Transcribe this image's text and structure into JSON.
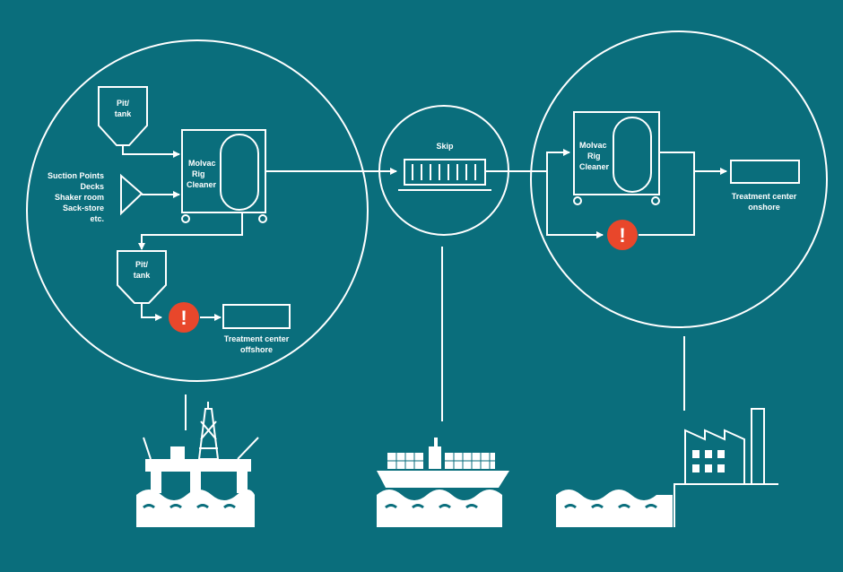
{
  "colors": {
    "background": "#0a6e7c",
    "foreground": "#ffffff",
    "warning": "#e8472b"
  },
  "offshore": {
    "pit_tank_top": [
      "Pit/",
      "tank"
    ],
    "pit_tank_bottom": [
      "Pit/",
      "tank"
    ],
    "rig_cleaner": [
      "Molvac",
      "Rig",
      "Cleaner"
    ],
    "sources": [
      "Suction Points",
      "Decks",
      "Shaker room",
      "Sack-store",
      "etc."
    ],
    "treatment": [
      "Treatment center",
      "offshore"
    ]
  },
  "skip": {
    "label": "Skip"
  },
  "onshore": {
    "rig_cleaner": [
      "Molvac",
      "Rig",
      "Cleaner"
    ],
    "treatment": [
      "Treatment center",
      "onshore"
    ]
  },
  "icons": [
    "oil-platform-icon",
    "container-ship-icon",
    "factory-icon",
    "warning-icon",
    "pump-icon",
    "funnel-tank-icon",
    "skip-container-icon",
    "wave-icon"
  ],
  "warning_glyph": "!"
}
